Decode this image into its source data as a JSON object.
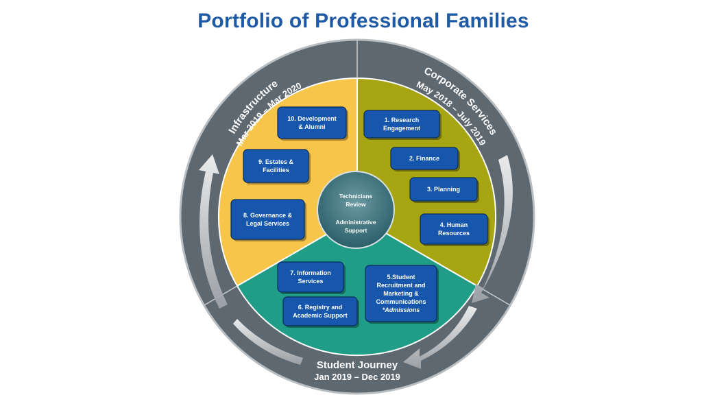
{
  "title": "Portfolio of Professional Families",
  "colors": {
    "title": "#1f5aa6",
    "ring": "#5e6870",
    "infrastructure": "#f8c54b",
    "corporate": "#a7a512",
    "student": "#1f9d86",
    "box": "#1656ad",
    "center": "#2d6f7a"
  },
  "sections": {
    "infrastructure": {
      "name": "Infrastructure",
      "dates": "Mar 2019 – Mar 2020"
    },
    "corporate": {
      "name": "Corporate Services",
      "dates": "May 2018 – July 2019"
    },
    "student": {
      "name": "Student Journey",
      "dates": "Jan 2019 – Dec 2019"
    }
  },
  "center": {
    "line1": "Technicians",
    "line2": "Review",
    "line3": "Administrative",
    "line4": "Support"
  },
  "families": [
    {
      "id": "research",
      "lines": [
        "1. Research",
        "Engagement"
      ]
    },
    {
      "id": "finance",
      "lines": [
        "2. Finance"
      ]
    },
    {
      "id": "planning",
      "lines": [
        "3. Planning"
      ]
    },
    {
      "id": "hr",
      "lines": [
        "4. Human",
        "Resources"
      ]
    },
    {
      "id": "student-recruitment",
      "lines": [
        "5.Student",
        "Recruitment and",
        "Marketing &",
        "Communications",
        "*Admissions"
      ]
    },
    {
      "id": "registry",
      "lines": [
        "6. Registry and",
        "Academic Support"
      ]
    },
    {
      "id": "information",
      "lines": [
        "7. Information",
        "Services"
      ]
    },
    {
      "id": "governance",
      "lines": [
        "8. Governance &",
        "Legal Services"
      ]
    },
    {
      "id": "estates",
      "lines": [
        "9. Estates &",
        "Facilities"
      ]
    },
    {
      "id": "development",
      "lines": [
        "10. Development",
        "& Alumni"
      ]
    }
  ]
}
